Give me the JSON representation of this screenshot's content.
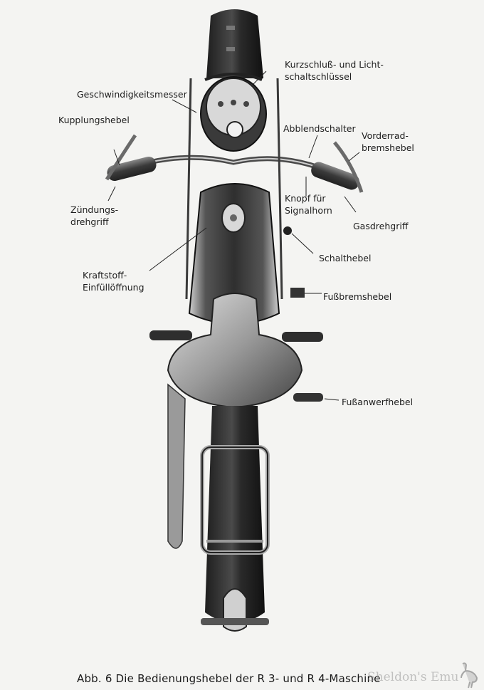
{
  "figure": {
    "caption": "Abb. 6 Die Bedienungshebel der R 3- und R 4-Maschine",
    "labels": {
      "kurzschluss": [
        "Kurzschluß- und Licht-",
        "schaltschlüssel"
      ],
      "geschwindigkeitsmesser": "Geschwindigkeitsmesser",
      "kupplungshebel": "Kupplungshebel",
      "abblendschalter": "Abblendschalter",
      "vorderradbremshebel": [
        "Vorderrad-",
        "bremshebel"
      ],
      "zuendungsdrehgriff": [
        "Zündungs-",
        "drehgriff"
      ],
      "knopf_signalhorn": [
        "Knopf für",
        "Signalhorn"
      ],
      "gasdrehgriff": "Gasdrehgriff",
      "schalthebel": "Schalthebel",
      "kraftstoff": [
        "Kraftstoff-",
        "Einfüllöffnung"
      ],
      "fussbremshebel": "Fußbremshebel",
      "fussanwerfhebel": "Fußanwerfhebel"
    }
  },
  "watermark": {
    "text": "Sheldon's Emu",
    "icon": "emu-icon"
  },
  "colors": {
    "paper": "#f4f4f2",
    "ink": "#1a1a1a",
    "metal_dark": "#2b2b2b",
    "metal_mid": "#6e6e6e",
    "metal_light": "#b8b8b8"
  }
}
